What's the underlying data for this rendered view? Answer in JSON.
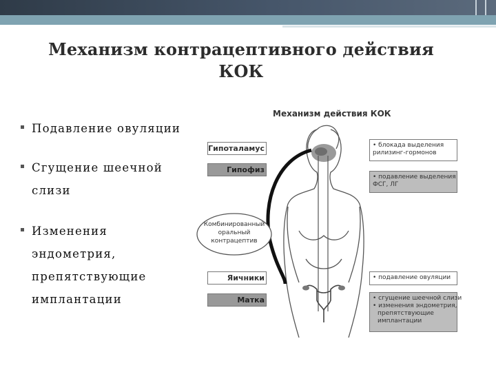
{
  "slide": {
    "title_line1": "Механизм контрацептивного действия",
    "title_line2": "КОК"
  },
  "bullets": [
    {
      "line1": "Подавление овуляции"
    },
    {
      "line1": "Сгущение шеечной",
      "line2": "слизи"
    },
    {
      "line1": "Изменения",
      "line2": "эндометрия,",
      "line3": "препятствующие",
      "line4": "имплантации"
    }
  ],
  "diagram": {
    "title": "Механизм действия КОК",
    "organs": {
      "hypothalamus": "Гипоталамус",
      "pituitary": "Гипофиз",
      "ovaries": "Яичники",
      "uterus": "Матка"
    },
    "coc_label": {
      "line1": "Комбинированный",
      "line2": "оральный",
      "line3": "контрацептив"
    },
    "effects": {
      "e1_line1": "• блокада выделения",
      "e1_line2": "рилизинг-гормонов",
      "e2_line1": "• подавление выделения",
      "e2_line2": "ФСГ, ЛГ",
      "e3_line1": "• подавление овуляции",
      "e4_line1": "• сгущение шеечной слизи",
      "e4_line2": "• изменения эндометрия,",
      "e4_line3": "препятствующие",
      "e4_line4": "имплантации"
    }
  }
}
